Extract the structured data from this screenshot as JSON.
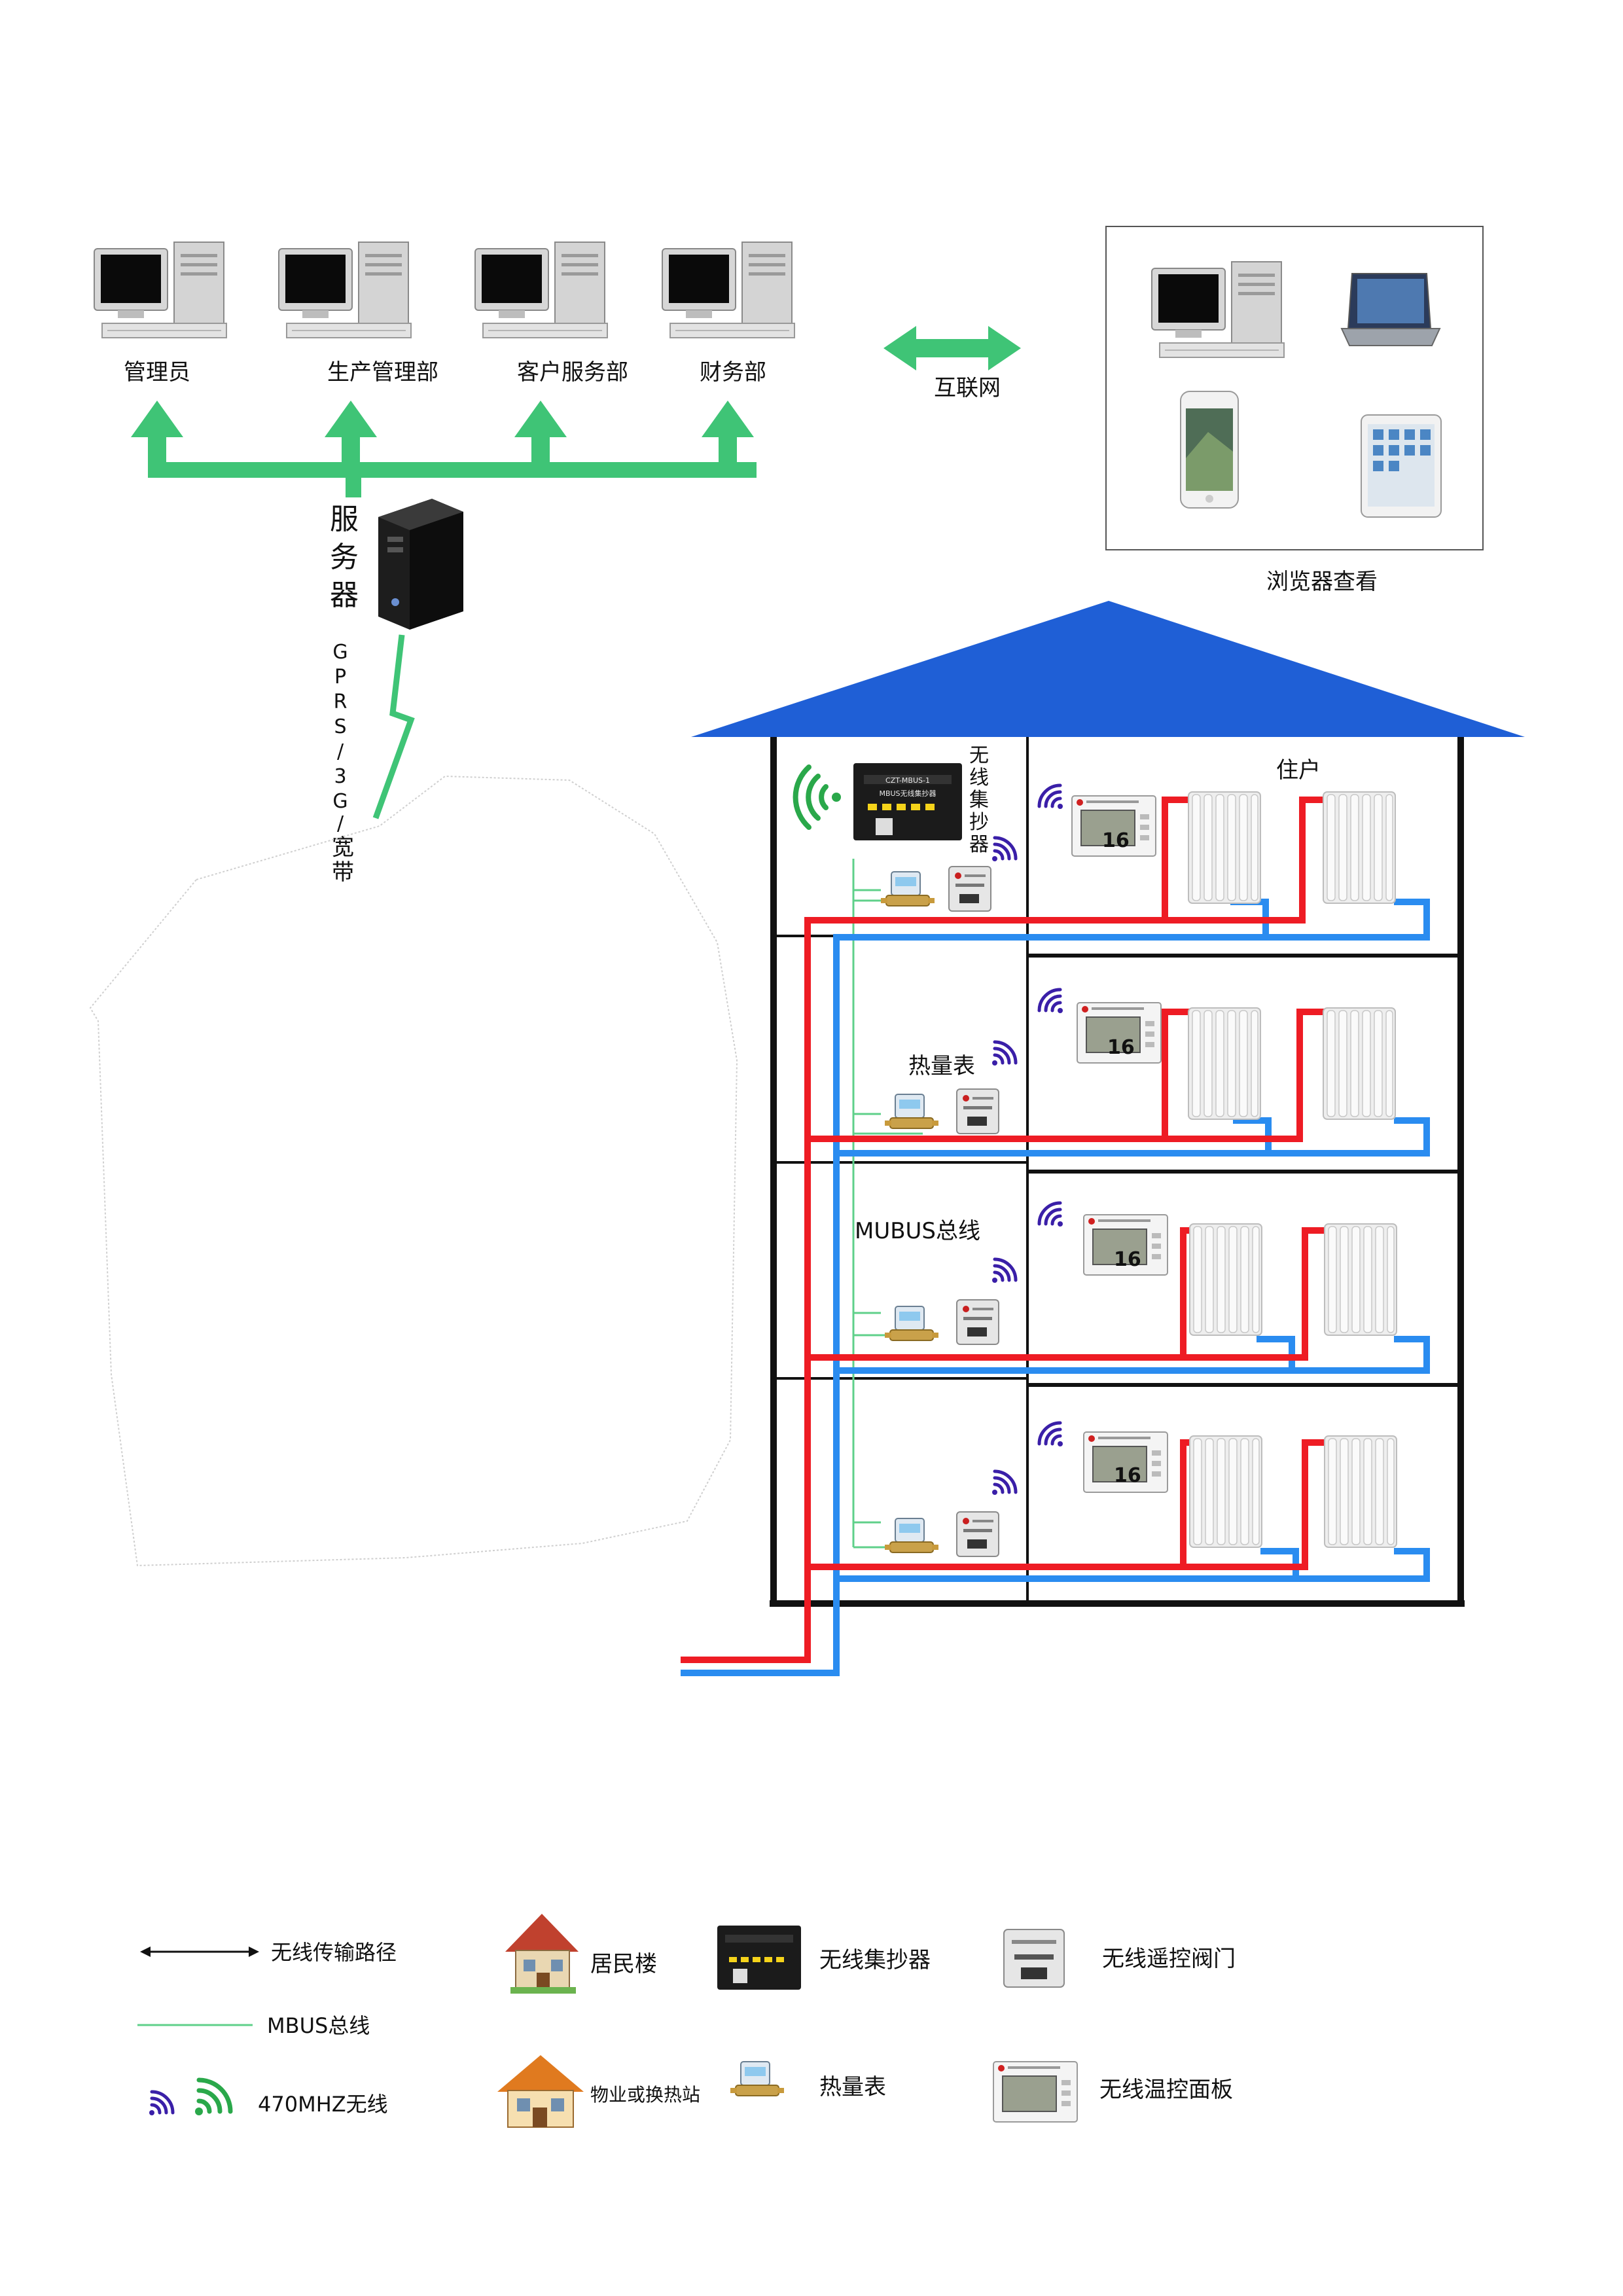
{
  "top_row": {
    "workstations": [
      {
        "label": "管理员",
        "icon": "desktop-computer-icon"
      },
      {
        "label": "生产管理部",
        "icon": "desktop-computer-icon"
      },
      {
        "label": "客户服务部",
        "icon": "desktop-computer-icon"
      },
      {
        "label": "财务部",
        "icon": "desktop-computer-icon"
      }
    ],
    "internet_label": "互联网",
    "browser_label": "浏览器查看",
    "browser_devices": [
      "desktop-computer-icon",
      "laptop-icon",
      "smartphone-icon",
      "tablet-icon"
    ]
  },
  "server": {
    "label_chars": [
      "服",
      "务",
      "器"
    ],
    "link_chars": [
      "G",
      "P",
      "R",
      "S",
      "/",
      "3",
      "G",
      "/",
      "宽",
      "带"
    ],
    "icon": "server-tower-icon"
  },
  "building": {
    "collector_label_chars": [
      "无",
      "线",
      "集",
      "抄",
      "器"
    ],
    "collector_screen_lines": [
      "CZT-MBUS-1",
      "MBUS无线集抄器"
    ],
    "household_label": "住户",
    "heat_meter_label": "热量表",
    "mbus_label": "MUBUS总线",
    "thermostat_reading": "16",
    "pipe_colors": {
      "supply": "#ee1c24",
      "return": "#2a8cf0",
      "mbus": "#5fd08a",
      "roof": "#1f5fd6"
    }
  },
  "legend": {
    "wireless_path": "无线传输路径",
    "mbus_bus": "MBUS总线",
    "radio_470": "470MHZ无线",
    "residential": "居民楼",
    "property_station": "物业或换热站",
    "collector": "无线集抄器",
    "heat_meter": "热量表",
    "valve": "无线遥控阀门",
    "thermostat": "无线温控面板"
  }
}
